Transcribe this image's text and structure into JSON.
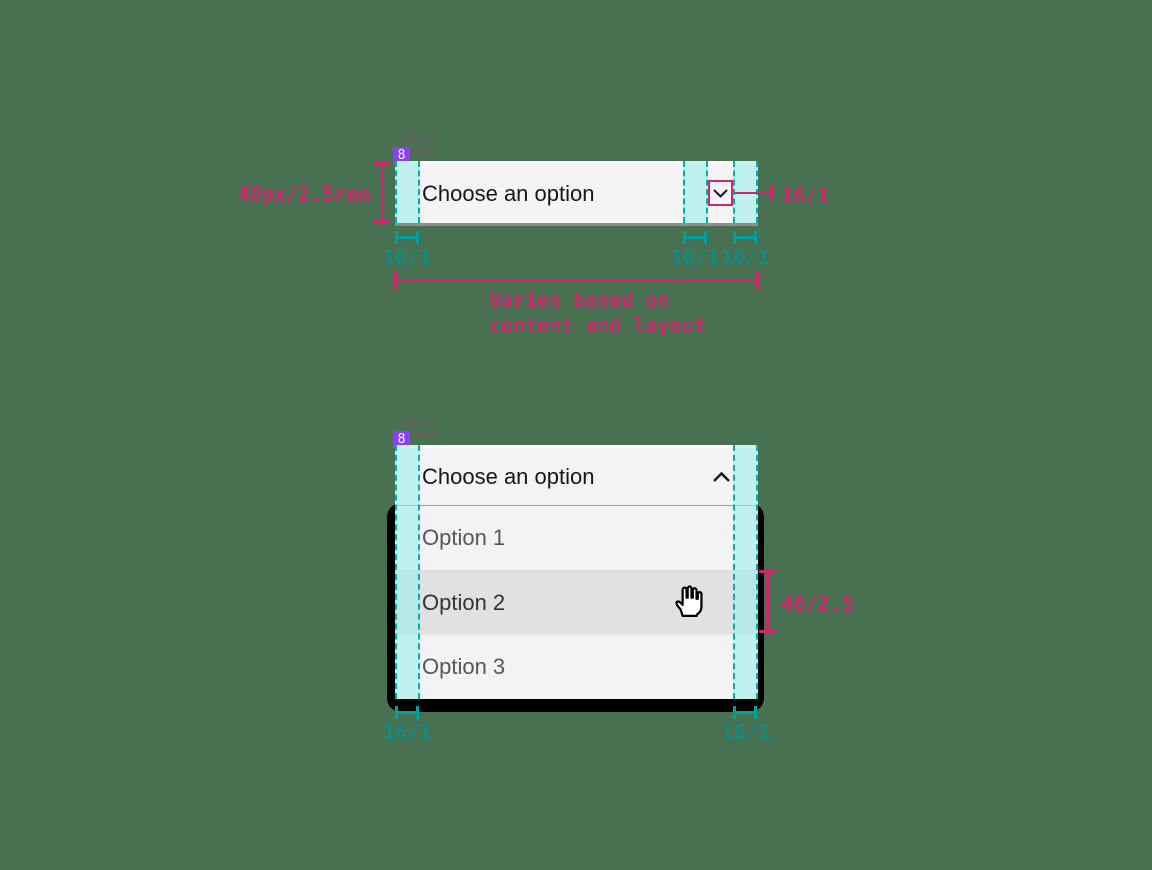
{
  "colors": {
    "background": "#477150",
    "magenta_annotation": "#d02670",
    "teal_annotation": "#00a19c",
    "teal_fill": "rgba(150,238,234,0.55)",
    "badge_purple": "#8a3ffc",
    "field_background": "#f4f4f4",
    "hover_row_background": "#e1e1e1",
    "field_border_bottom": "#8d8d8d",
    "text_primary": "#161616"
  },
  "spec_closed": {
    "label": "Label",
    "badge": "8",
    "field_text": "Choose an option",
    "height_annotation": "40px/2.5rem",
    "icon_spacing_annotation": "16/1",
    "padding_annotations": [
      "16/1",
      "16/1",
      "16/1"
    ],
    "width_annotation_line1": "Varies based on",
    "width_annotation_line2": "content and layout"
  },
  "spec_open": {
    "label": "Label",
    "badge": "8",
    "field_text": "Choose an option",
    "options": [
      "Option 1",
      "Option 2",
      "Option 3"
    ],
    "hovered_option": "Option 2",
    "row_height_annotation": "40/2.5",
    "padding_annotations": [
      "16/1",
      "16/1"
    ]
  }
}
